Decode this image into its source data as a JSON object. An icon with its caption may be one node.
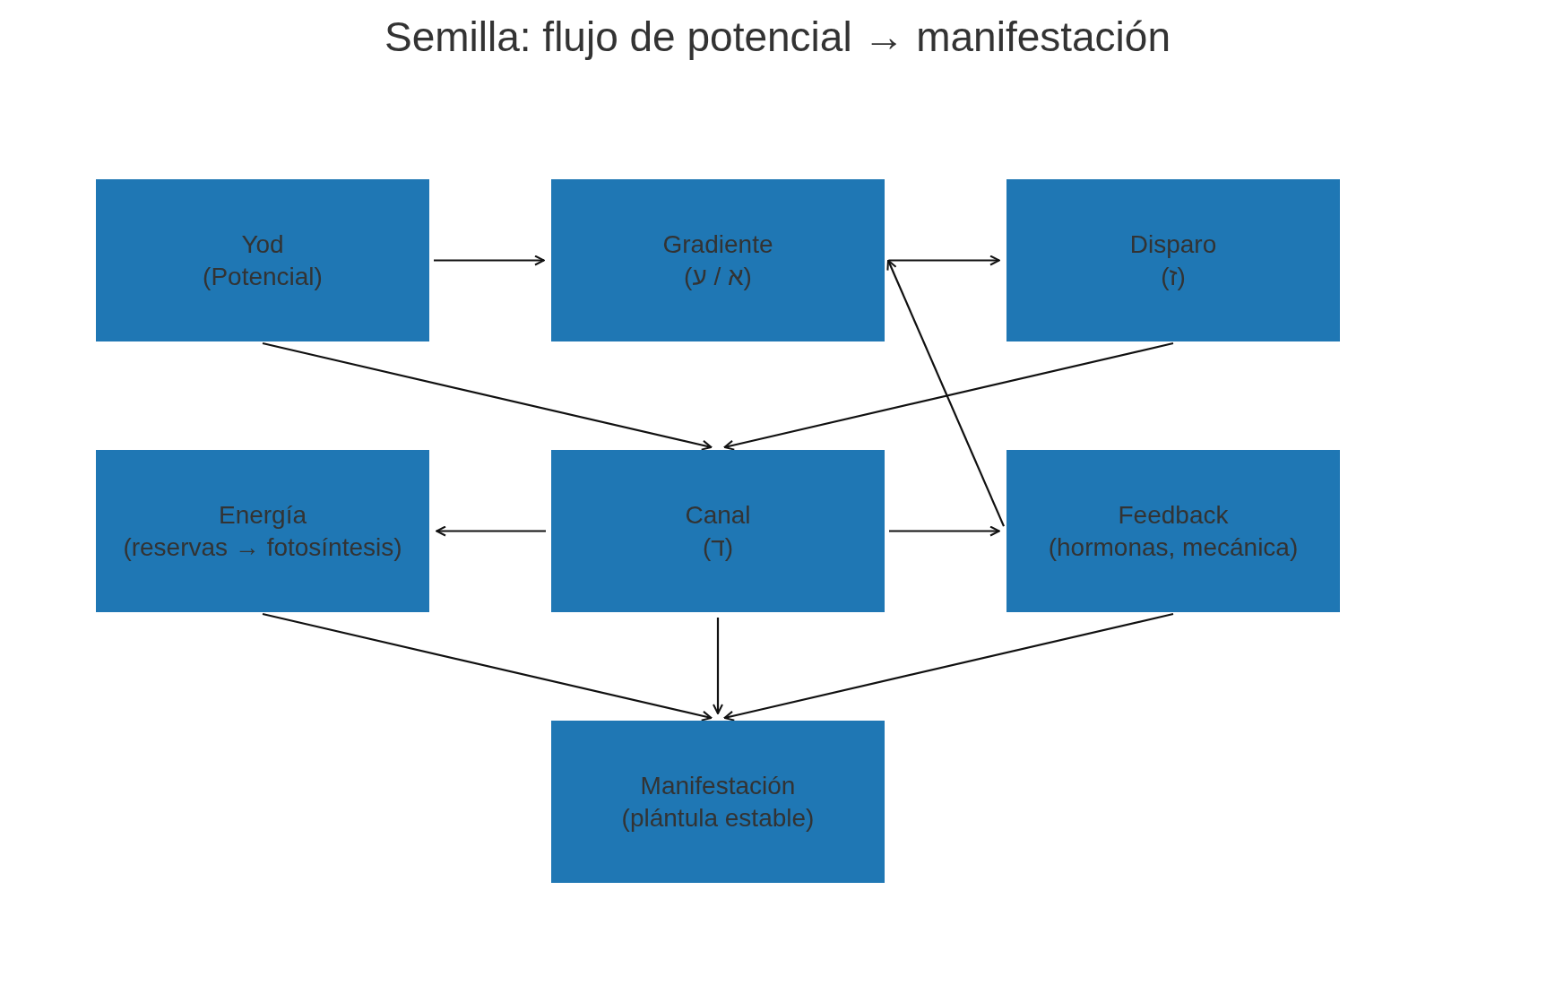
{
  "diagram": {
    "title": "Semilla: flujo de potencial → manifestación",
    "nodes": [
      {
        "text": [
          "Yod",
          "(Potencial)"
        ]
      },
      {
        "text": [
          "Gradiente",
          "(א / ע)"
        ]
      },
      {
        "text": [
          "Disparo",
          "(ז)"
        ]
      },
      {
        "text": [
          "Energía",
          "(reservas → fotosíntesis)"
        ]
      },
      {
        "text": [
          "Canal",
          "(ד)"
        ]
      },
      {
        "text": [
          "Feedback",
          "(hormonas, mecánica)"
        ]
      },
      {
        "text": [
          "Manifestación",
          "(plántula estable)"
        ]
      }
    ],
    "edges": [
      {
        "from": 0,
        "to": 1,
        "arrow": "to"
      },
      {
        "from": 1,
        "to": 2,
        "arrow": "to"
      },
      {
        "from": 0,
        "to": 4,
        "arrow": "to"
      },
      {
        "from": 2,
        "to": 4,
        "arrow": "to"
      },
      {
        "from": 5,
        "to": 1,
        "arrow": "to"
      },
      {
        "from": 4,
        "to": 3,
        "arrow": "to"
      },
      {
        "from": 4,
        "to": 5,
        "arrow": "to"
      },
      {
        "from": 3,
        "to": 6,
        "arrow": "to"
      },
      {
        "from": 4,
        "to": 6,
        "arrow": "to"
      },
      {
        "from": 5,
        "to": 6,
        "arrow": "to"
      }
    ]
  }
}
